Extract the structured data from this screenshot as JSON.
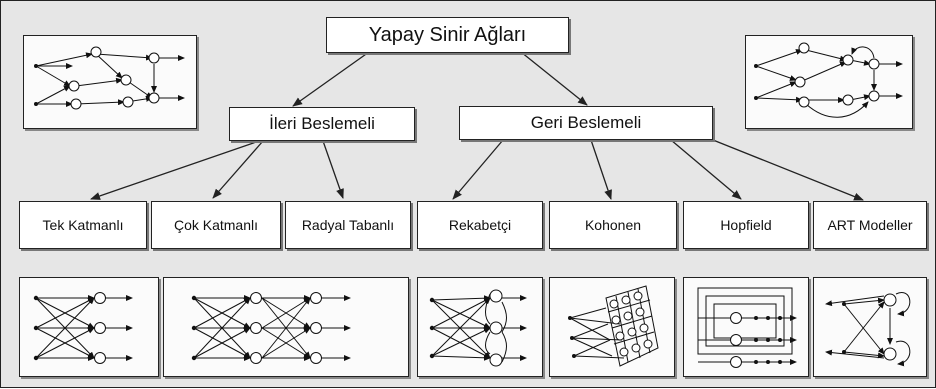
{
  "root": {
    "label": "Yapay Sinir Ağları"
  },
  "branches": [
    {
      "label": "İleri Beslemeli"
    },
    {
      "label": "Geri Beslemeli"
    }
  ],
  "models": [
    {
      "label": "Tek Katmanlı"
    },
    {
      "label": "Çok Katmanlı"
    },
    {
      "label": "Radyal Tabanlı"
    },
    {
      "label": "Rekabetçi"
    },
    {
      "label": "Kohonen"
    },
    {
      "label": "Hopfield"
    },
    {
      "label": "ART Modeller"
    }
  ],
  "colors": {
    "background": "#e6e6e6",
    "box": "#ffffff",
    "line": "#222222"
  }
}
